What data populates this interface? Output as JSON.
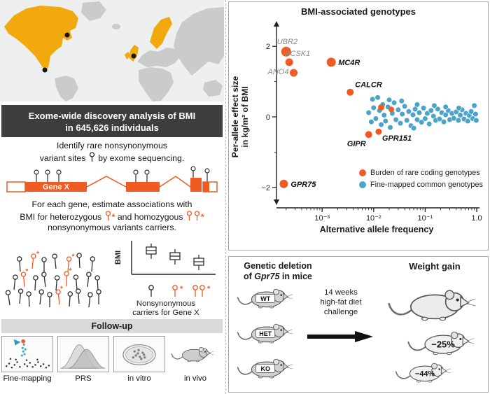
{
  "figure": {
    "left": {
      "title_line1": "Exome-wide discovery analysis of BMI",
      "title_line2": "in 645,626 individuals",
      "step1_line1": "Identify rare nonsynonymous",
      "step1_line2_pre": "variant sites",
      "step1_line2_post": "by exome sequencing.",
      "gene_label": "Gene X",
      "step2_line1": "For each gene, estimate associations with",
      "step2_line2_pre": "BMI for heterozygous",
      "step2_line2_mid": "and homozygous",
      "step2_star": "*",
      "step2_line3": "nonsynonymous variants carriers.",
      "boxplot_ylabel": "BMI",
      "boxplot_caption1": "Nonsynonymous",
      "boxplot_caption2": "carriers for Gene X",
      "followup_header": "Follow-up",
      "followup_items": [
        "Fine-mapping",
        "PRS",
        "in vitro",
        "in vivo"
      ]
    }
  },
  "chart_data": {
    "type": "scatter",
    "title": "BMI-associated genotypes",
    "xlabel": "Alternative allele frequency",
    "ylabel": "Per-allele effect size in kg/m² of BMI",
    "ylabel_line1": "Per-allele effect size",
    "ylabel_line2": "in kg/m² of BMI",
    "x_scale": "log",
    "xlim": [
      0.00013,
      1.0
    ],
    "ylim": [
      -2.5,
      2.5
    ],
    "ytick_labels": [
      "2",
      "0",
      "−2"
    ],
    "ytick_values": [
      2,
      0,
      -2
    ],
    "y_minor_ticks": [
      1,
      -1
    ],
    "xtick_labels": [
      "10⁻³",
      "10⁻²",
      "10⁻¹",
      "1.0"
    ],
    "xtick_values": [
      0.001,
      0.01,
      0.1,
      1.0
    ],
    "grid": false,
    "legend_position": "inside-right",
    "series": [
      {
        "name": "Burden of rare coding genotypes",
        "color": "#f05b23",
        "points": [
          {
            "gene": "UBR2",
            "freq": 0.0002,
            "effect": 1.85,
            "r": 7,
            "lx": -13,
            "ly": -11,
            "anchor": "start",
            "label_style": "gray"
          },
          {
            "gene": "PCSK1",
            "freq": 0.00023,
            "effect": 1.55,
            "r": 5.5,
            "lx": -6,
            "ly": -9,
            "anchor": "start",
            "label_style": "gray"
          },
          {
            "gene": "ANO4",
            "freq": 0.00028,
            "effect": 1.25,
            "r": 5.5,
            "lx": -7,
            "ly": 2,
            "anchor": "end",
            "label_style": "gray"
          },
          {
            "gene": "MC4R",
            "freq": 0.0015,
            "effect": 1.55,
            "r": 6.5,
            "lx": 10,
            "ly": 4,
            "anchor": "start",
            "label_style": "black"
          },
          {
            "gene": "CALCR",
            "freq": 0.0035,
            "effect": 0.7,
            "r": 5,
            "lx": 7,
            "ly": -7,
            "anchor": "start",
            "label_style": "black"
          },
          {
            "gene": "",
            "freq": 0.014,
            "effect": 0.27,
            "r": 4.5
          },
          {
            "gene": "",
            "freq": 0.022,
            "effect": 0.21,
            "r": 4
          },
          {
            "gene": "GIPR",
            "freq": 0.008,
            "effect": -0.5,
            "r": 5,
            "lx": -4,
            "ly": 17,
            "anchor": "end",
            "label_style": "black"
          },
          {
            "gene": "GPR151",
            "freq": 0.0125,
            "effect": -0.42,
            "r": 4.5,
            "lx": 5,
            "ly": 13,
            "anchor": "start",
            "label_style": "black"
          },
          {
            "gene": "GPR75",
            "freq": 0.00018,
            "effect": -1.9,
            "r": 6,
            "lx": 10,
            "ly": 4,
            "anchor": "start",
            "label_style": "black"
          }
        ]
      },
      {
        "name": "Fine-mapped common genotypes",
        "color": "#4aa3c8",
        "r": 3.8,
        "points": [
          [
            0.008,
            0.12
          ],
          [
            0.009,
            -0.14
          ],
          [
            0.0095,
            0.5
          ],
          [
            0.01,
            0.26
          ],
          [
            0.011,
            -0.05
          ],
          [
            0.012,
            0.55
          ],
          [
            0.013,
            0.18
          ],
          [
            0.014,
            -0.22
          ],
          [
            0.015,
            0.35
          ],
          [
            0.016,
            0.05
          ],
          [
            0.017,
            -0.12
          ],
          [
            0.019,
            0.28
          ],
          [
            0.021,
            -0.3
          ],
          [
            0.023,
            0.1
          ],
          [
            0.025,
            0.4
          ],
          [
            0.027,
            -0.08
          ],
          [
            0.03,
            0.2
          ],
          [
            0.033,
            -0.18
          ],
          [
            0.036,
            0.08
          ],
          [
            0.04,
            0.3
          ],
          [
            0.044,
            -0.1
          ],
          [
            0.048,
            0.15
          ],
          [
            0.053,
            -0.25
          ],
          [
            0.058,
            0.06
          ],
          [
            0.064,
            0.22
          ],
          [
            0.07,
            -0.08
          ],
          [
            0.077,
            0.12
          ],
          [
            0.085,
            -0.15
          ],
          [
            0.093,
            0.25
          ],
          [
            0.1,
            -0.05
          ],
          [
            0.11,
            0.1
          ],
          [
            0.12,
            -0.2
          ],
          [
            0.13,
            0.18
          ],
          [
            0.145,
            0.02
          ],
          [
            0.16,
            -0.1
          ],
          [
            0.175,
            0.22
          ],
          [
            0.19,
            -0.06
          ],
          [
            0.21,
            0.12
          ],
          [
            0.23,
            -0.14
          ],
          [
            0.25,
            0.06
          ],
          [
            0.28,
            0.18
          ],
          [
            0.3,
            -0.08
          ],
          [
            0.33,
            0.1
          ],
          [
            0.36,
            -0.04
          ],
          [
            0.4,
            0.14
          ],
          [
            0.44,
            -0.1
          ],
          [
            0.48,
            0.05
          ],
          [
            0.52,
            0.2
          ],
          [
            0.57,
            -0.06
          ],
          [
            0.62,
            0.1
          ],
          [
            0.67,
            -0.12
          ],
          [
            0.72,
            0.04
          ],
          [
            0.78,
            0.15
          ],
          [
            0.84,
            -0.05
          ],
          [
            0.9,
            0.32
          ],
          [
            0.95,
            0.08
          ],
          [
            0.98,
            -0.1
          ],
          [
            0.15,
            0.32
          ],
          [
            0.07,
            0.35
          ],
          [
            0.25,
            0.28
          ],
          [
            0.45,
            0.25
          ],
          [
            0.035,
            0.45
          ],
          [
            0.06,
            -0.32
          ],
          [
            0.02,
            0.48
          ]
        ]
      }
    ],
    "legend": [
      {
        "label": "Burden of rare coding genotypes",
        "color": "#f05b23"
      },
      {
        "label": "Fine-mapped common genotypes",
        "color": "#4aa3c8"
      }
    ]
  },
  "mouse_panel": {
    "title_line1": "Genetic deletion",
    "title_line2_pre": "of ",
    "title_gene": "Gpr75",
    "title_line2_post": " in mice",
    "genotypes": [
      "WT",
      "HET",
      "KO"
    ],
    "challenge_line1": "14 weeks",
    "challenge_line2": "high-fat diet",
    "challenge_line3": "challenge",
    "weight_title": "Weight gain",
    "weight_labels": [
      "−25%",
      "−44%"
    ]
  },
  "colors": {
    "accent_orange": "#ef5b23",
    "scatter_orange": "#f05b23",
    "scatter_blue": "#4aa3c8",
    "map_highlight": "#f2a90d",
    "map_land": "#c9cccb",
    "dark_title_bg": "#3d3d3d",
    "followup_header_bg": "#d9d9d9"
  }
}
